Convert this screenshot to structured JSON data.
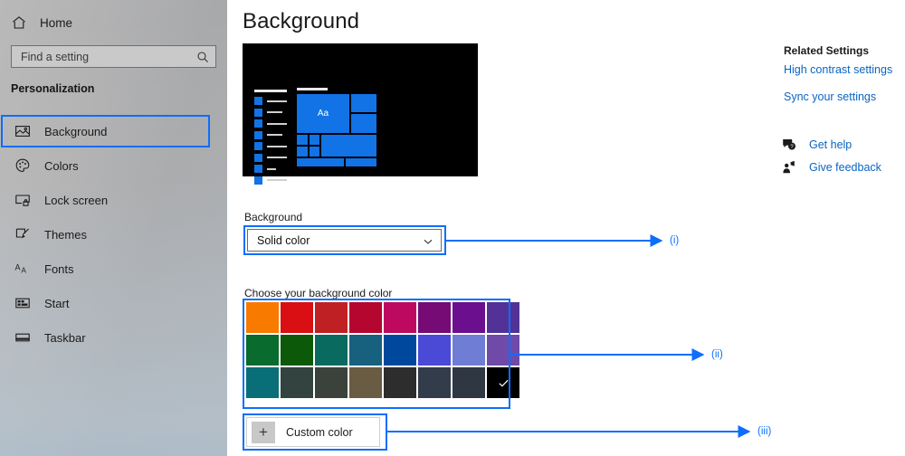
{
  "sidebar": {
    "home": {
      "label": "Home",
      "icon": "home-icon"
    },
    "search": {
      "placeholder": "Find a setting",
      "icon": "search-icon"
    },
    "section_title": "Personalization",
    "items": [
      {
        "label": "Background",
        "icon": "picture-icon",
        "selected": true
      },
      {
        "label": "Colors",
        "icon": "palette-icon",
        "selected": false
      },
      {
        "label": "Lock screen",
        "icon": "lock-screen-icon",
        "selected": false
      },
      {
        "label": "Themes",
        "icon": "themes-brush-icon",
        "selected": false
      },
      {
        "label": "Fonts",
        "icon": "fonts-aa-icon",
        "selected": false
      },
      {
        "label": "Start",
        "icon": "start-grid-icon",
        "selected": false
      },
      {
        "label": "Taskbar",
        "icon": "taskbar-icon",
        "selected": false
      }
    ]
  },
  "main": {
    "page_title": "Background",
    "preview": {
      "background_color": "#000000",
      "accent_color": "#1273e6",
      "tile_text": "Aa"
    },
    "background_field": {
      "label": "Background",
      "value": "Solid color",
      "chevron": "chevron-down-icon"
    },
    "color_picker": {
      "label": "Choose your background color",
      "selected_index": 23,
      "check_icon": "check-icon",
      "swatches": [
        "#f87b00",
        "#d90f13",
        "#bf2023",
        "#b4062f",
        "#bd0a60",
        "#760b75",
        "#6b0f8f",
        "#523296",
        "#0a6b2e",
        "#0c5a09",
        "#096a60",
        "#17607e",
        "#00489e",
        "#4a4ad6",
        "#6f7ed4",
        "#6f4aa8",
        "#0a6e78",
        "#33433f",
        "#3b423b",
        "#6a5b43",
        "#2d2d2d",
        "#333c4b",
        "#2f3742",
        "#000000"
      ]
    },
    "custom_color": {
      "label": "Custom color",
      "icon": "plus-icon"
    }
  },
  "right_panel": {
    "title": "Related Settings",
    "links": [
      {
        "label": "High contrast settings"
      },
      {
        "label": "Sync your settings"
      }
    ],
    "help_items": [
      {
        "label": "Get help",
        "icon": "help-bubble-icon"
      },
      {
        "label": "Give feedback",
        "icon": "feedback-person-icon"
      }
    ],
    "link_color": "#0a65c2"
  },
  "annotations": {
    "accent_color": "#0d6efd",
    "markers": [
      {
        "label": "(i)"
      },
      {
        "label": "(ii)"
      },
      {
        "label": "(iii)"
      }
    ]
  }
}
